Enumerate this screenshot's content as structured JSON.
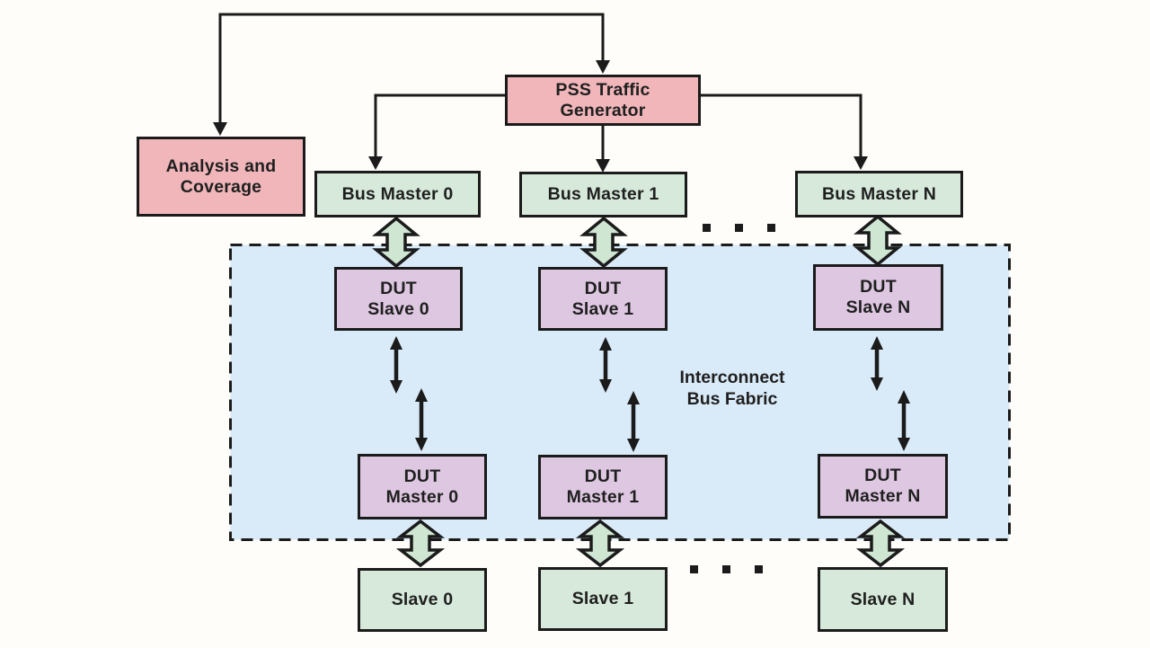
{
  "colors": {
    "pink": "#f0b6ba",
    "green": "#d6e9da",
    "purple": "#dec7e1",
    "fabric_blue": "#d9eaf8",
    "arrow_green": "#cfe6d3",
    "line": "#1b1b1b",
    "text": "#1f1f1f",
    "background": "#fffdfa"
  },
  "fabric": {
    "label": "Interconnect\nBus Fabric"
  },
  "nodes": {
    "analysis_coverage": {
      "label": "Analysis and\nCoverage"
    },
    "pss_traffic_generator": {
      "label": "PSS Traffic\nGenerator"
    },
    "bus_master_0": {
      "label": "Bus Master 0"
    },
    "bus_master_1": {
      "label": "Bus Master 1"
    },
    "bus_master_n": {
      "label": "Bus Master N"
    },
    "dut_slave_0": {
      "label": "DUT\nSlave 0"
    },
    "dut_slave_1": {
      "label": "DUT\nSlave 1"
    },
    "dut_slave_n": {
      "label": "DUT\nSlave N"
    },
    "dut_master_0": {
      "label": "DUT\nMaster 0"
    },
    "dut_master_1": {
      "label": "DUT\nMaster 1"
    },
    "dut_master_n": {
      "label": "DUT\nMaster N"
    },
    "slave_0": {
      "label": "Slave 0"
    },
    "slave_1": {
      "label": "Slave 1"
    },
    "slave_n": {
      "label": "Slave N"
    }
  }
}
